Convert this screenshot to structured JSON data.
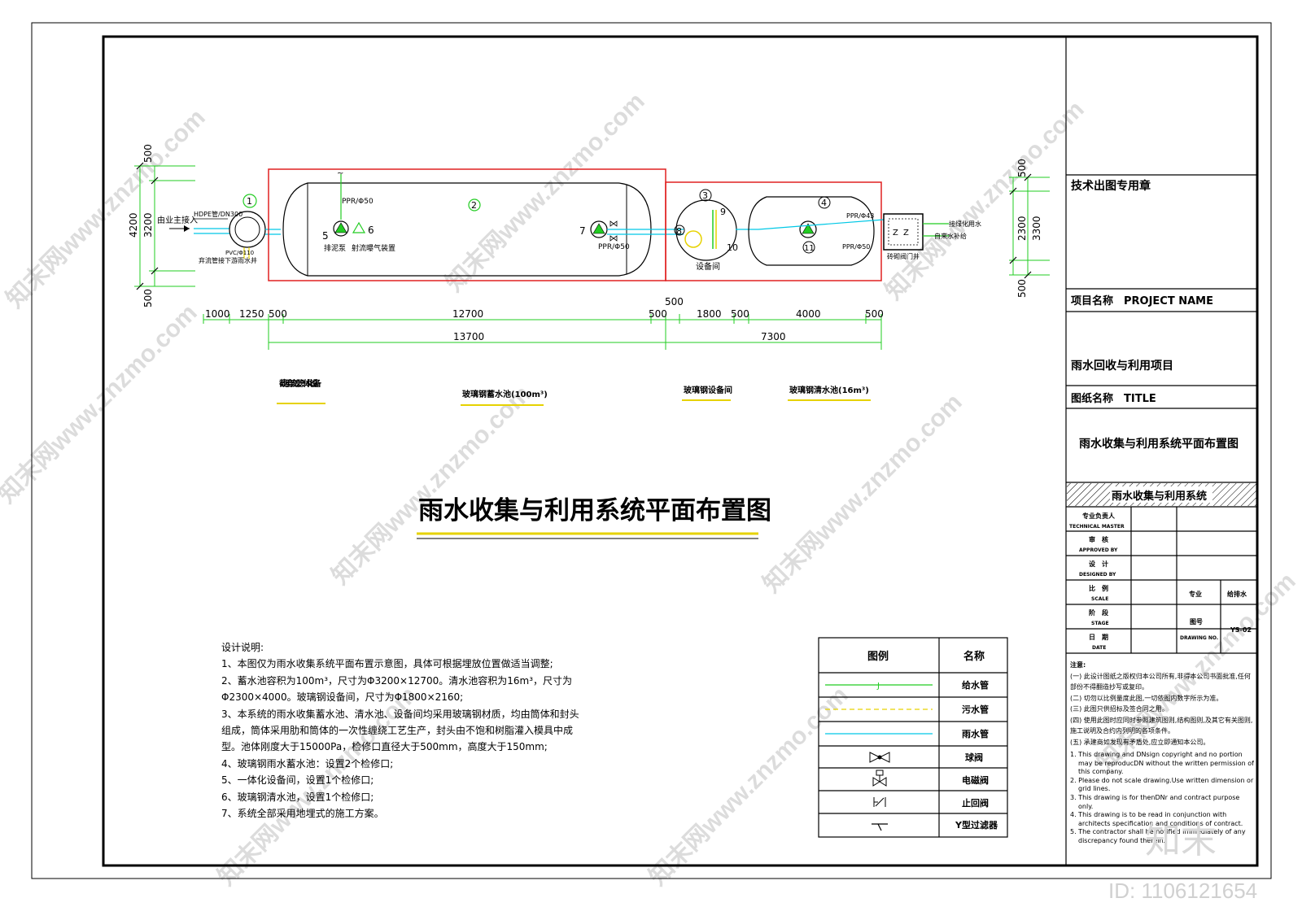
{
  "labels": {
    "inlet": "由业主接入",
    "hdpe": "HDPE管/DN300",
    "pvc": "PVC/Φ110",
    "overflow": "弃流管接下游雨水井",
    "ppr50_top": "PPR/Φ50",
    "ppr50_mid": "PPR/Φ50",
    "ppr43": "PPR/Φ43",
    "ppr50_right": "PPR/Φ50",
    "sludge_pump": "排泥泵",
    "aerator": "射流曝气装置",
    "equip_room": "设备间",
    "valve_well": "砖砌阀门井",
    "green_water": "接绿化用水",
    "tap_refill": "自来水补给"
  },
  "numbers": [
    "1",
    "2",
    "3",
    "4",
    "5",
    "6",
    "7",
    "8",
    "9",
    "10",
    "11"
  ],
  "dims": {
    "left": [
      "500",
      "3200",
      "4200",
      "500"
    ],
    "right": [
      "500",
      "2300",
      "3300",
      "500"
    ],
    "row1": [
      "1000",
      "1250",
      "500",
      "12700",
      "500",
      "500",
      "1800",
      "500",
      "4000",
      "500"
    ],
    "row2": [
      "13700",
      "7300"
    ]
  },
  "components": {
    "filter": "截污弃流过滤一体化设备",
    "storage": "玻璃钢蓄水池(100m³)",
    "equip": "玻璃钢设备间",
    "clear": "玻璃钢清水池(16m³)"
  },
  "main_title": "雨水收集与利用系统平面布置图",
  "design_notes": {
    "title": "设计说明:",
    "items": [
      "1、本图仅为雨水收集系统平面布置示意图，具体可根据埋放位置做适当调整;",
      "2、蓄水池容积为100m³，尺寸为Φ3200×12700。清水池容积为16m³，尺寸为Φ2300×4000。玻璃钢设备间，尺寸为Φ1800×2160;",
      "3、本系统的雨水收集蓄水池、清水池、设备间均采用玻璃钢材质，均由筒体和封头组成，筒体采用肋和筒体的一次性缠绕工艺生产，封头由不饱和树脂灌入模具中成型。池体刚度大于15000Pa，检修口直径大于500mm，高度大于150mm;",
      "4、玻璃钢雨水蓄水池：设置2个检修口;",
      "5、一体化设备间，设置1个检修口;",
      "6、玻璃钢清水池，设置1个检修口;",
      "7、系统全部采用地埋式的施工方案。"
    ]
  },
  "legend": {
    "header_symbol": "图例",
    "header_name": "名称",
    "rows": [
      {
        "name": "给水管",
        "icon": "line-j",
        "color": "#22cc22"
      },
      {
        "name": "污水管",
        "icon": "dashed-line",
        "color": "#e6d200"
      },
      {
        "name": "雨水管",
        "icon": "line",
        "color": "#00c8e6"
      },
      {
        "name": "球阀",
        "icon": "ball-valve",
        "color": "#000000"
      },
      {
        "name": "电磁阀",
        "icon": "solenoid-valve",
        "color": "#000000"
      },
      {
        "name": "止回阀",
        "icon": "check-valve",
        "color": "#000000"
      },
      {
        "name": "Y型过滤器",
        "icon": "y-strainer",
        "color": "#000000"
      }
    ]
  },
  "title_block": {
    "stamp": "技术出图专用章",
    "project_name_label": "项目名称　PROJECT NAME",
    "project_name": "雨水回收与利用项目",
    "title_label": "图纸名称　TITLE",
    "title": "雨水收集与利用系统平面布置图",
    "system_name": "雨水收集与利用系统",
    "rows": [
      {
        "cn": "专业负责人",
        "en": "TECHNICAL MASTER"
      },
      {
        "cn": "审　核",
        "en": "APPROVED BY"
      },
      {
        "cn": "设　计",
        "en": "DESIGNED BY"
      },
      {
        "cn": "比　例",
        "en": "SCALE"
      },
      {
        "cn": "阶　段",
        "en": "STAGE"
      },
      {
        "cn": "日　期",
        "en": "DATE"
      }
    ],
    "discipline_label": "专业",
    "discipline_value": "给排水",
    "drawing_no_label": "图号",
    "drawing_no_en": "DRAWING NO.",
    "drawing_no": "YS-02",
    "notes_title": "注意:",
    "notes_cn": [
      "(一) 此设计图纸之版权归本公司所有,非得本公司书面批准,任何部份不得翻造抄写或复印。",
      "(二) 切勿以比例量度此图,一切依图内数字所示为准。",
      "(三) 此图只供招标及签合同之用。",
      "(四) 使用此图时应同时参照建筑图则,结构图则,及其它有关图则,施工说明及合约内列明的各项条件。",
      "(五) 承建商如发现有矛盾处,应立即通知本公司。"
    ],
    "notes_en": [
      "1. This drawing and DNsign copyright and no portion may be reproducDN without the written permission of this company.",
      "2. Please do not scale drawing.Use written dimension or grid lines.",
      "3. This drawing is for thenDNr and contract purpose only.",
      "4. This drawing is to be read in conjunction with architects specification and conditions of contract.",
      "5. The contractor shall be notified immediately of any discrepancy found therein."
    ]
  },
  "watermark": "知末网www.znzmo.com",
  "logo": "知末",
  "id_text": "ID: 1106121654"
}
